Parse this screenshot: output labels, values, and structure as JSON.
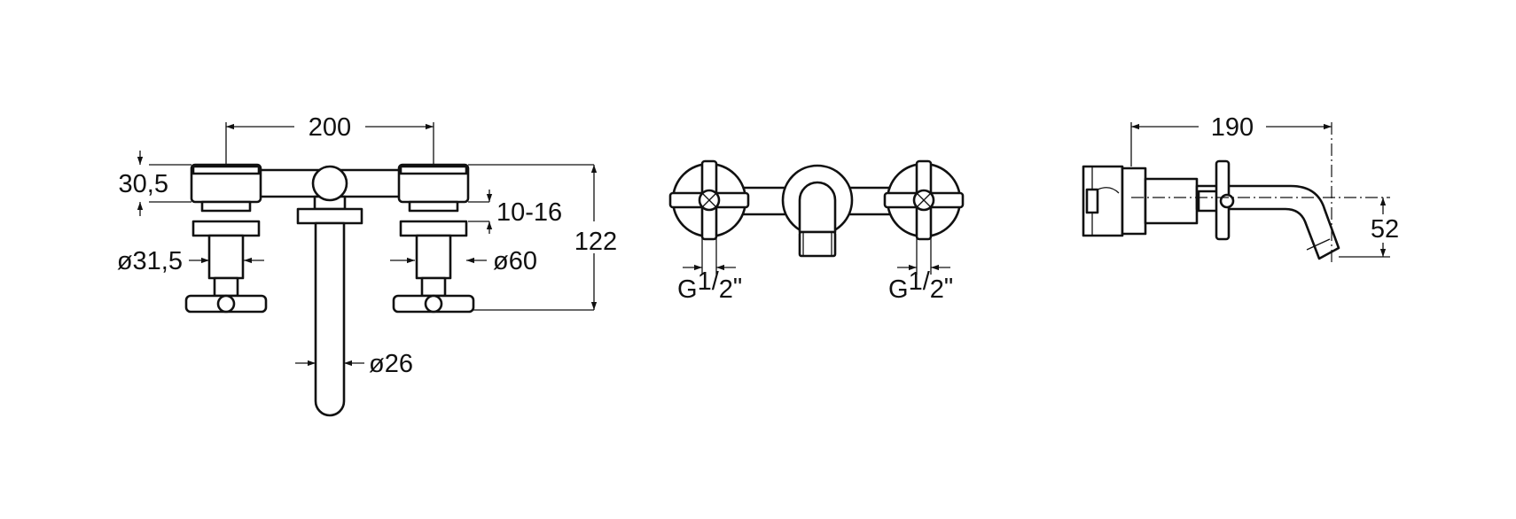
{
  "front_view": {
    "width": "200",
    "flange_height": "30,5",
    "wall_thickness": "10-16",
    "total_height": "122",
    "handle_diameter": "ø31,5",
    "flange_diameter": "ø60",
    "spout_diameter": "ø26"
  },
  "back_view": {
    "left_thread": {
      "main": "G",
      "num": "1",
      "sep": "/",
      "den": "2",
      "suffix": "\""
    },
    "right_thread": {
      "main": "G",
      "num": "1",
      "sep": "/",
      "den": "2",
      "suffix": "\""
    }
  },
  "side_view": {
    "projection": "190",
    "spout_drop": "52"
  }
}
